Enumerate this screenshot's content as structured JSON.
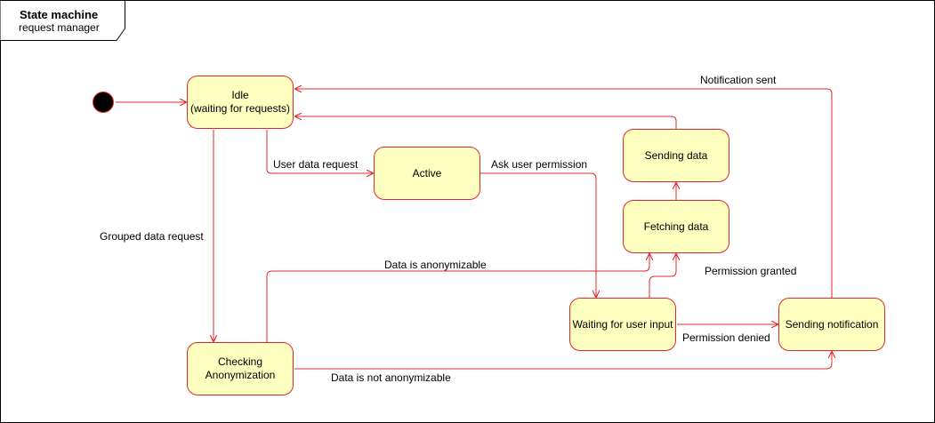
{
  "frame": {
    "title": "State machine",
    "subtitle": "request manager"
  },
  "states": {
    "idle": {
      "line1": "Idle",
      "line2": "(waiting for requests)"
    },
    "active": "Active",
    "sending_data": "Sending data",
    "fetching_data": "Fetching data",
    "waiting": "Waiting for user input",
    "sending_notification": "Sending notification",
    "checking": {
      "line1": "Checking",
      "line2": "Anonymization"
    }
  },
  "transitions": {
    "user_data_request": "User data request",
    "ask_user_permission": "Ask user permission",
    "grouped_data_request": "Grouped data request",
    "data_is_anonymizable": "Data is anonymizable",
    "permission_granted": "Permission granted",
    "permission_denied": "Permission denied",
    "data_not_anonymizable": "Data is not anonymizable",
    "notification_sent": "Notification sent"
  },
  "colors": {
    "state_fill": "#ffffc0",
    "state_stroke": "#e0282b",
    "arrow": "#e0282b"
  }
}
